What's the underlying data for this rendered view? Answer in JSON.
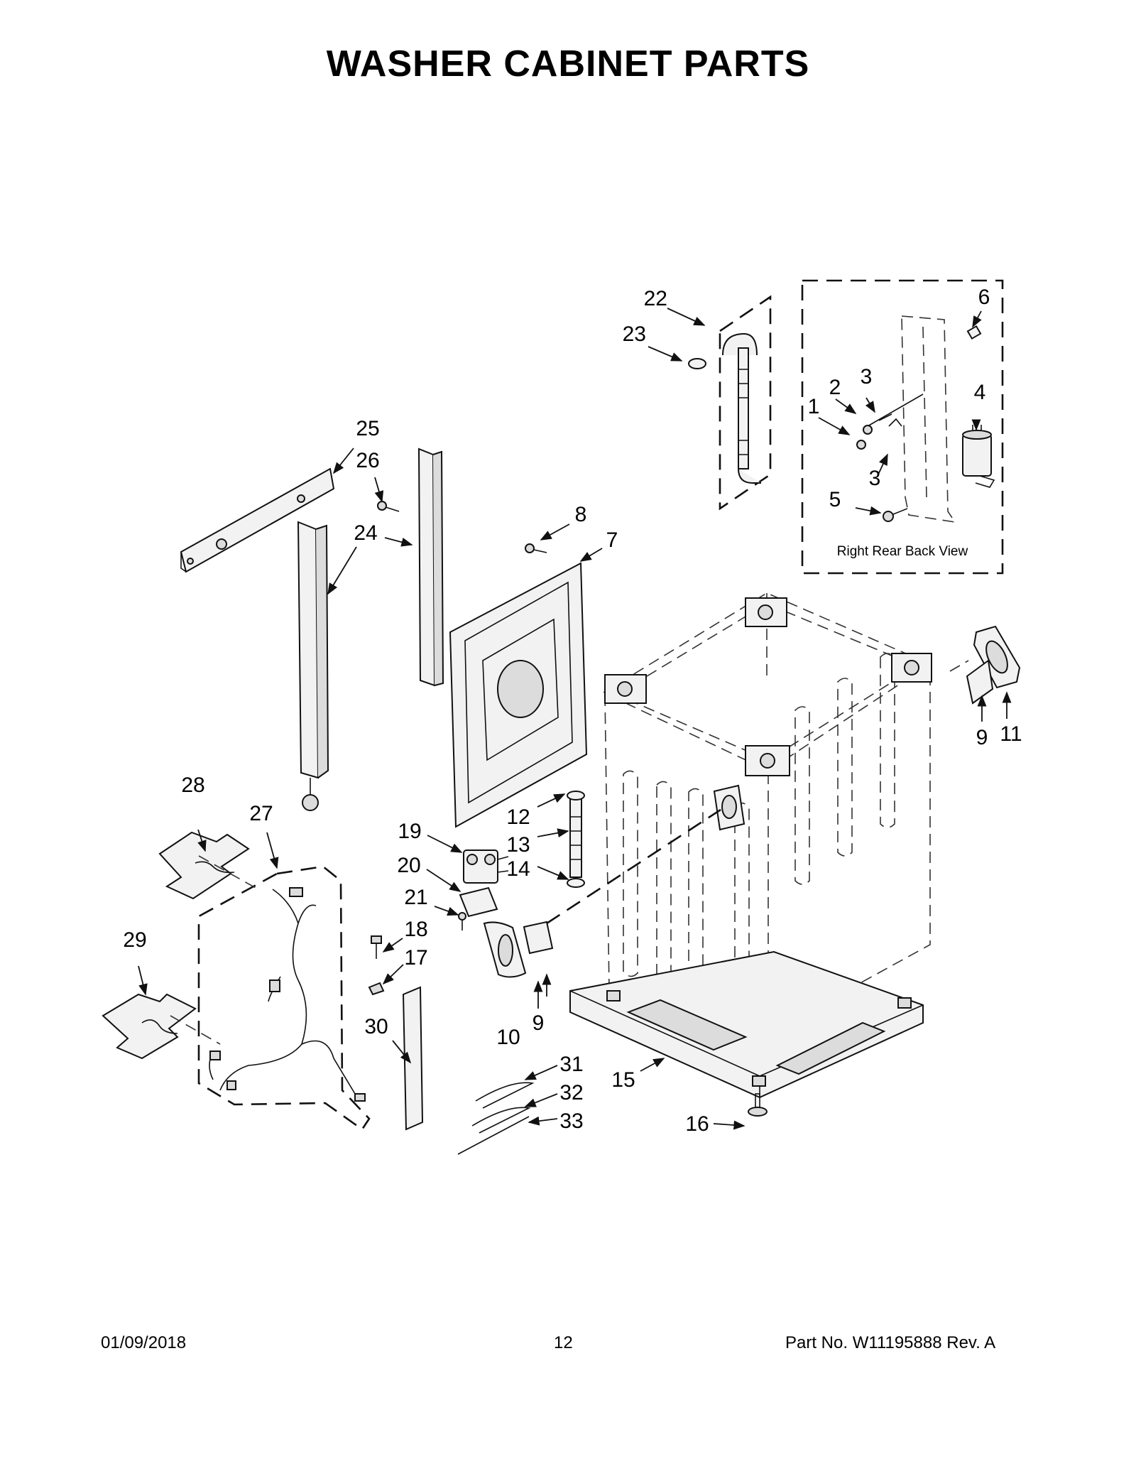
{
  "title": "WASHER CABINET PARTS",
  "view_caption": "Right Rear Back View",
  "callouts": {
    "c1": "1",
    "c2": "2",
    "c3a": "3",
    "c3b": "3",
    "c4": "4",
    "c5": "5",
    "c6": "6",
    "c7": "7",
    "c8": "8",
    "c9a": "9",
    "c9b": "9",
    "c10": "10",
    "c11": "11",
    "c12": "12",
    "c13": "13",
    "c14": "14",
    "c15": "15",
    "c16": "16",
    "c17": "17",
    "c18": "18",
    "c19": "19",
    "c20": "20",
    "c21": "21",
    "c22": "22",
    "c23": "23",
    "c24": "24",
    "c25": "25",
    "c26": "26",
    "c27": "27",
    "c28": "28",
    "c29": "29",
    "c30": "30",
    "c31": "31",
    "c32": "32",
    "c33": "33"
  },
  "footer": {
    "date": "01/09/2018",
    "page": "12",
    "part_no": "Part No.  W11195888  Rev.  A"
  }
}
